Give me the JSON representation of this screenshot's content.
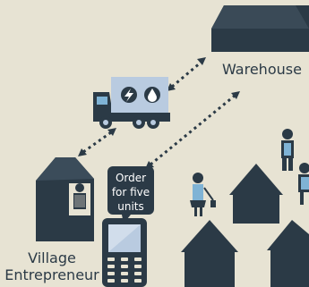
{
  "labels": {
    "warehouse": "Warehouse",
    "village_entrepreneur_line1": "Village",
    "village_entrepreneur_line2": "Entrepreneur"
  },
  "order_bubble": {
    "line1": "Order",
    "line2": "for five",
    "line3": "units"
  },
  "colors": {
    "background": "#e7e3d3",
    "dark": "#2b3a46",
    "truck_cargo": "#b9cbe0",
    "accent_blue": "#7fb3d5"
  },
  "icons": {
    "truck_lightning": "lightning-icon",
    "truck_water": "water-drop-icon"
  }
}
